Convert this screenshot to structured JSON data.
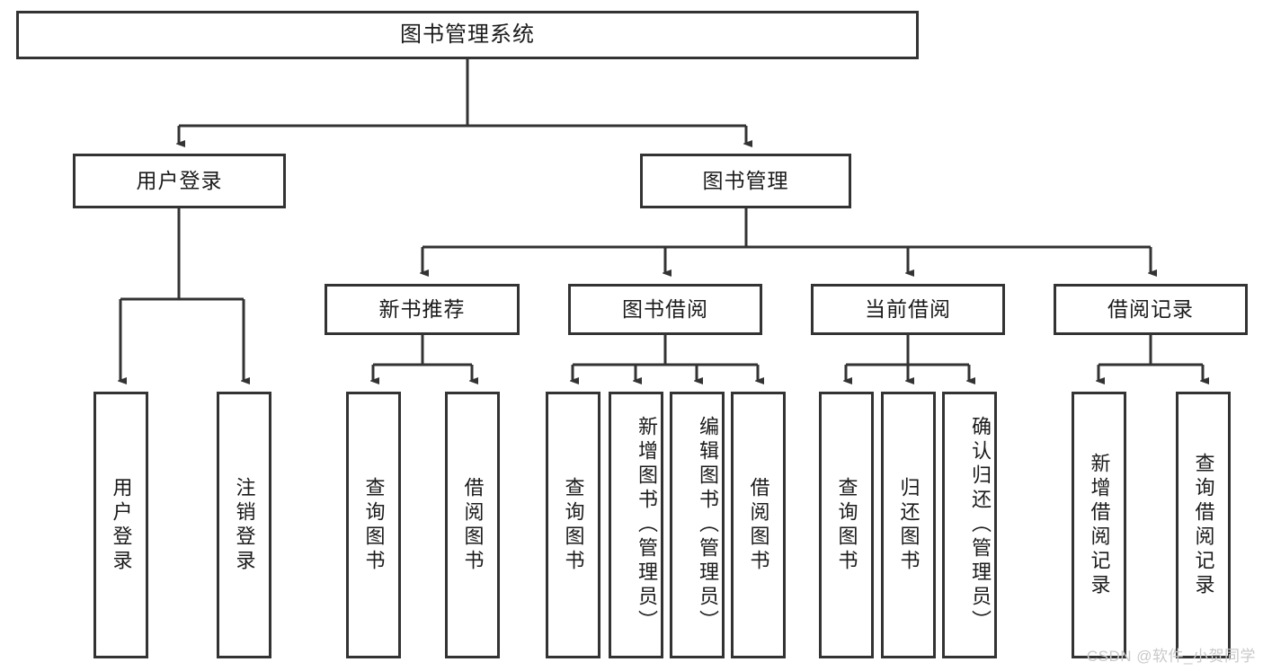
{
  "diagram": {
    "title": "图书管理系统",
    "type": "tree-structure-chart",
    "root": {
      "label": "图书管理系统"
    },
    "level2": [
      {
        "label": "用户登录"
      },
      {
        "label": "图书管理"
      }
    ],
    "level3": [
      {
        "label": "新书推荐"
      },
      {
        "label": "图书借阅"
      },
      {
        "label": "当前借阅"
      },
      {
        "label": "借阅记录"
      }
    ],
    "leaves_user_login": [
      {
        "label": "用户登录"
      },
      {
        "label": "注销登录"
      }
    ],
    "leaves_new_book": [
      {
        "label": "查询图书"
      },
      {
        "label": "借阅图书"
      }
    ],
    "leaves_borrow": [
      {
        "label": "查询图书"
      },
      {
        "label": "新增图书（管理员）"
      },
      {
        "label": "编辑图书（管理员）"
      },
      {
        "label": "借阅图书"
      }
    ],
    "leaves_current": [
      {
        "label": "查询图书"
      },
      {
        "label": "归还图书"
      },
      {
        "label": "确认归还（管理员）"
      }
    ],
    "leaves_record": [
      {
        "label": "新增借阅记录"
      },
      {
        "label": "查询借阅记录"
      }
    ]
  },
  "watermark": {
    "text": "CSDN @软件_小贺同学"
  },
  "colors": {
    "box_border": "#333333",
    "box_fill": "#ffffff",
    "line": "#333333",
    "text": "#1b1b1b",
    "watermark": "#c9c9c9"
  }
}
